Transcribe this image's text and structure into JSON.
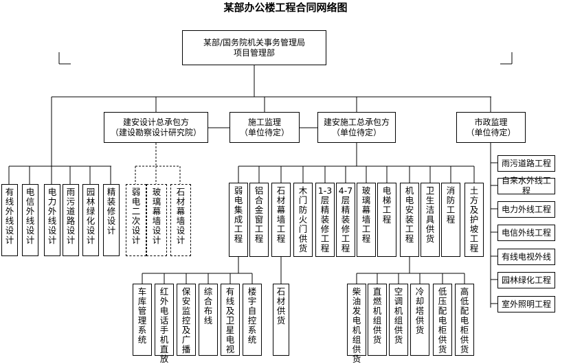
{
  "title": "某部办公楼工程合同网络图",
  "root": {
    "line1": "某部/国务院机关事务管理局",
    "line2": "项目管理部"
  },
  "level1": {
    "design": {
      "line1": "建安设计总承包方",
      "line2": "（建设勘察设计研究院）"
    },
    "supervision": {
      "line1": "施工监理",
      "line2": "（单位待定）"
    },
    "construction": {
      "line1": "建安施工总承包方",
      "line2": "（单位待定）"
    },
    "municipal": {
      "line1": "市政监理",
      "line2": "（单位待定）"
    }
  },
  "design_children": [
    "有线外线设计",
    "电信外线设计",
    "电力外线设计",
    "雨污道路设计",
    "园林绿化设计",
    "精装修设计"
  ],
  "design_dashed_children": [
    "弱电二次设计",
    "玻璃幕墙设计",
    "石材幕墙设计"
  ],
  "construction_children": [
    "弱电集成工程",
    "铝合金窗工程",
    "石材幕墙工程",
    "木门防火门供货",
    "1-3层精装修工程",
    "4-7层精装修工程",
    "玻璃幕墙工程",
    "电梯工程",
    "机电安装工程",
    "卫生洁具供货",
    "消防工程",
    "土方及护坡工程"
  ],
  "weak_current_children": [
    "车库管理系统",
    "红外电话手机直放",
    "保安监控及广播",
    "综合布线",
    "有线及卫星电视",
    "楼宇自控系统"
  ],
  "stone_children": [
    "石材供货"
  ],
  "mep_children": [
    "柴油发电机组供货",
    "直燃机组供货",
    "空调机组供货",
    "冷却塔供货",
    "低压配电柜供货",
    "高低配电柜供货"
  ],
  "municipal_children": [
    "雨污道路工程",
    "自来水外线工程",
    "电力外线工程",
    "电信外线工程",
    "有线电视外线",
    "园林绿化工程",
    "室外照明工程"
  ]
}
